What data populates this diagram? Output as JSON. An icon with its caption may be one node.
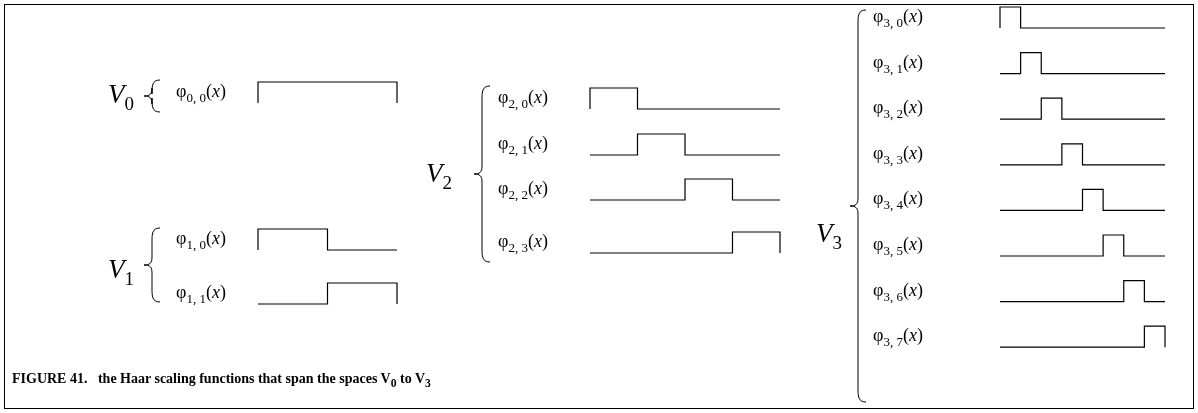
{
  "diagram": {
    "caption": "FIGURE 41.   the Haar scaling functions that span the spaces V$_{0}$ to V$_{3}$",
    "labels": [
      "V$_{0}$",
      "φ$_{0, 0}$(*x*)",
      "V$_{1}$",
      "φ$_{1, 0}$(*x*)",
      "φ$_{1, 1}$(*x*)",
      "V$_{2}$",
      "φ$_{2, 0}$(*x*)",
      "φ$_{2, 1}$(*x*)",
      "φ$_{2, 2}$(*x*)",
      "φ$_{2, 3}$(*x*)",
      "V$_{3}$",
      "φ$_{3, 0}$(*x*)",
      "φ$_{3, 1}$(*x*)",
      "φ$_{3, 2}$(*x*)",
      "φ$_{3, 3}$(*x*)",
      "φ$_{3, 4}$(*x*)",
      "φ$_{3, 5}$(*x*)",
      "φ$_{3, 6}$(*x*)",
      "φ$_{3, 7}$(*x*)"
    ]
  }
}
